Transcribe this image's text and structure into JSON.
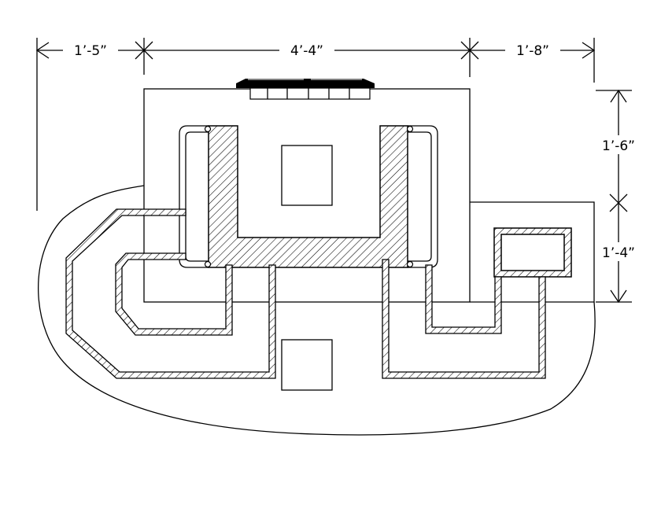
{
  "dimensions": {
    "top_left": "1’-5”",
    "top_middle": "4’-4”",
    "top_right": "1’-8”",
    "right_upper": "1’-6”",
    "right_lower": "1’-4”"
  },
  "colors": {
    "line": "#000000",
    "background": "#ffffff"
  }
}
